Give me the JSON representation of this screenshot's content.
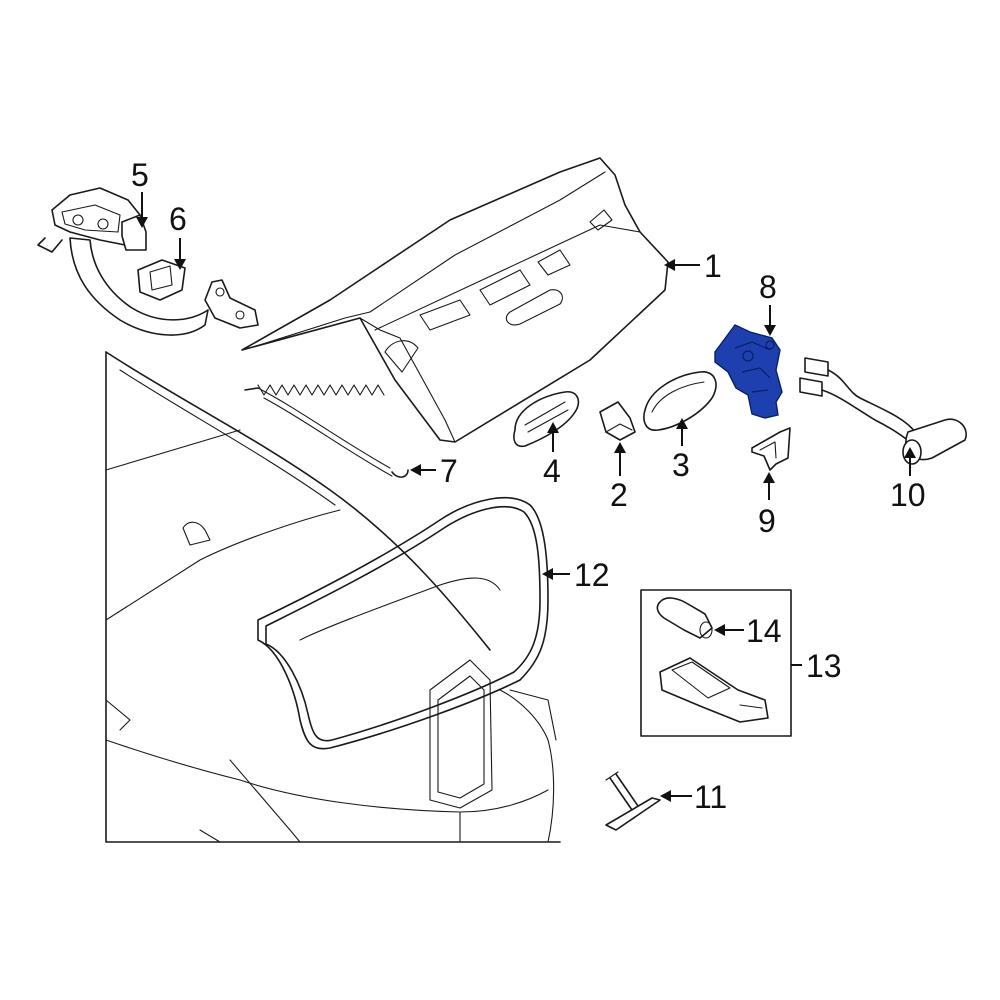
{
  "colors": {
    "line": "#1a1a1a",
    "highlight_part": "#1e40af",
    "background": "#ffffff"
  },
  "callouts": [
    {
      "id": "1",
      "label": "1"
    },
    {
      "id": "2",
      "label": "2"
    },
    {
      "id": "3",
      "label": "3"
    },
    {
      "id": "4",
      "label": "4"
    },
    {
      "id": "5",
      "label": "5"
    },
    {
      "id": "6",
      "label": "6"
    },
    {
      "id": "7",
      "label": "7"
    },
    {
      "id": "8",
      "label": "8"
    },
    {
      "id": "9",
      "label": "9"
    },
    {
      "id": "10",
      "label": "10"
    },
    {
      "id": "11",
      "label": "11"
    },
    {
      "id": "12",
      "label": "12"
    },
    {
      "id": "13",
      "label": "13"
    },
    {
      "id": "14",
      "label": "14"
    }
  ],
  "highlighted_part": "8"
}
